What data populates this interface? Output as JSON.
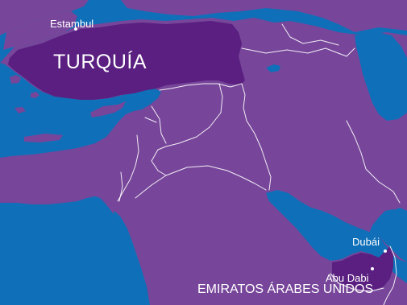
{
  "map": {
    "colors": {
      "water": "#0f6fb8",
      "land": "#77469a",
      "turkey": "#5a1f80",
      "uae": "#5a1f80",
      "border": "#ffffff",
      "label": "#ffffff"
    },
    "labels": {
      "istanbul": "Estambul",
      "turkey": "TURQUÍA",
      "dubai": "Dubái",
      "abu_dhabi": "Abu Dabi",
      "uae": "EMIRATOS ÁRABES UNIDOS"
    },
    "markers": [
      {
        "name": "istanbul",
        "icon": "city-dot"
      },
      {
        "name": "dubai",
        "icon": "city-dot"
      },
      {
        "name": "abu_dhabi",
        "icon": "city-dot"
      }
    ]
  }
}
